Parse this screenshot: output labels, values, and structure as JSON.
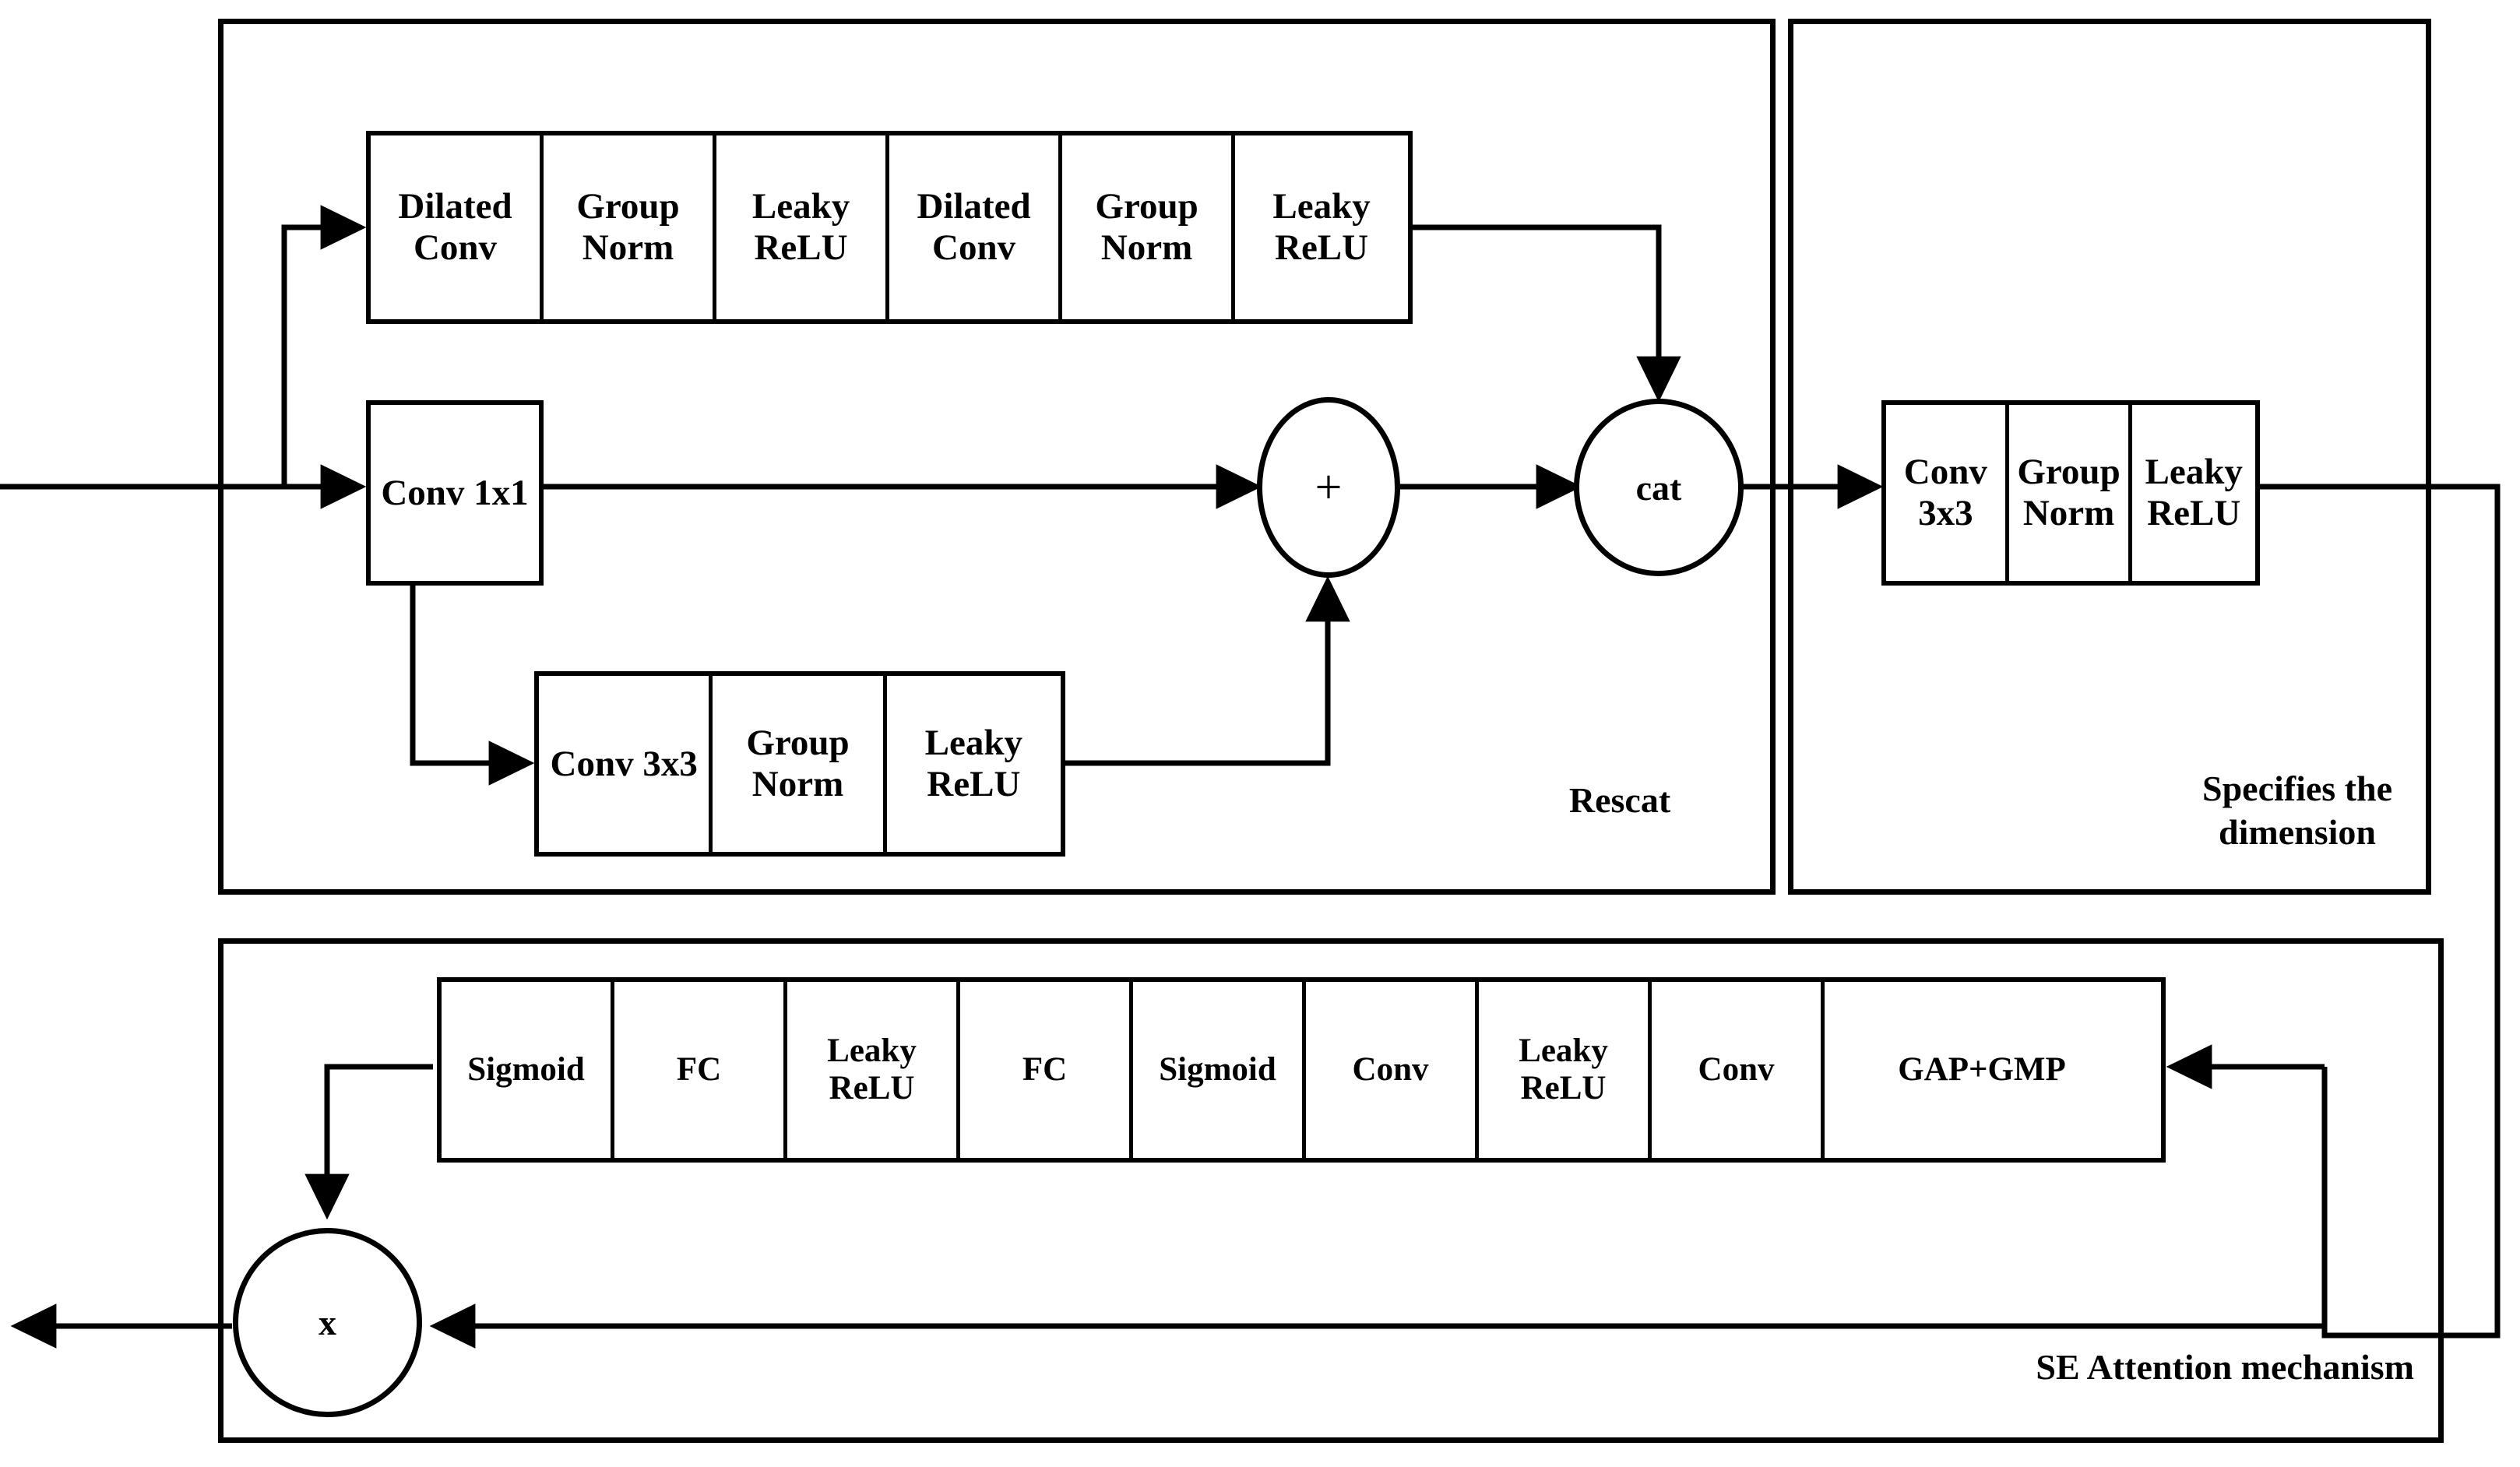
{
  "diagram": {
    "title": "Rescat / SE Attention network block diagram",
    "stroke_color": "#000000",
    "background_color": "#ffffff"
  },
  "panels": {
    "rescat": {
      "label": "Rescat"
    },
    "specifies": {
      "label": "Specifies the\ndimension"
    },
    "se": {
      "label": "SE Attention mechanism"
    }
  },
  "rescat_branch_top": {
    "name": "dilated-conv-chain",
    "cells": [
      {
        "label": "Dilated\nConv"
      },
      {
        "label": "Group\nNorm"
      },
      {
        "label": "Leaky\nReLU"
      },
      {
        "label": "Dilated\nConv"
      },
      {
        "label": "Group\nNorm"
      },
      {
        "label": "Leaky\nReLU"
      }
    ]
  },
  "rescat_conv1x1": {
    "label": "Conv\n1x1"
  },
  "rescat_branch_bottom": {
    "name": "conv3x3-chain",
    "cells": [
      {
        "label": "Conv\n3x3"
      },
      {
        "label": "Group\nNorm"
      },
      {
        "label": "Leaky\nReLU"
      }
    ]
  },
  "nodes": {
    "add": {
      "label": "+"
    },
    "cat": {
      "label": "cat"
    },
    "mul": {
      "label": "x"
    }
  },
  "specifies_chain": {
    "name": "specifies-dimension-chain",
    "cells": [
      {
        "label": "Conv\n3x3"
      },
      {
        "label": "Group\nNorm"
      },
      {
        "label": "Leaky\nReLU"
      }
    ]
  },
  "se_chain": {
    "name": "se-attention-chain",
    "cells": [
      {
        "label": "Sigmoid"
      },
      {
        "label": "FC"
      },
      {
        "label": "Leaky\nReLU"
      },
      {
        "label": "FC"
      },
      {
        "label": "Sigmoid"
      },
      {
        "label": "Conv"
      },
      {
        "label": "Leaky\nReLU"
      },
      {
        "label": "Conv"
      },
      {
        "label": "GAP+GMP"
      }
    ]
  }
}
